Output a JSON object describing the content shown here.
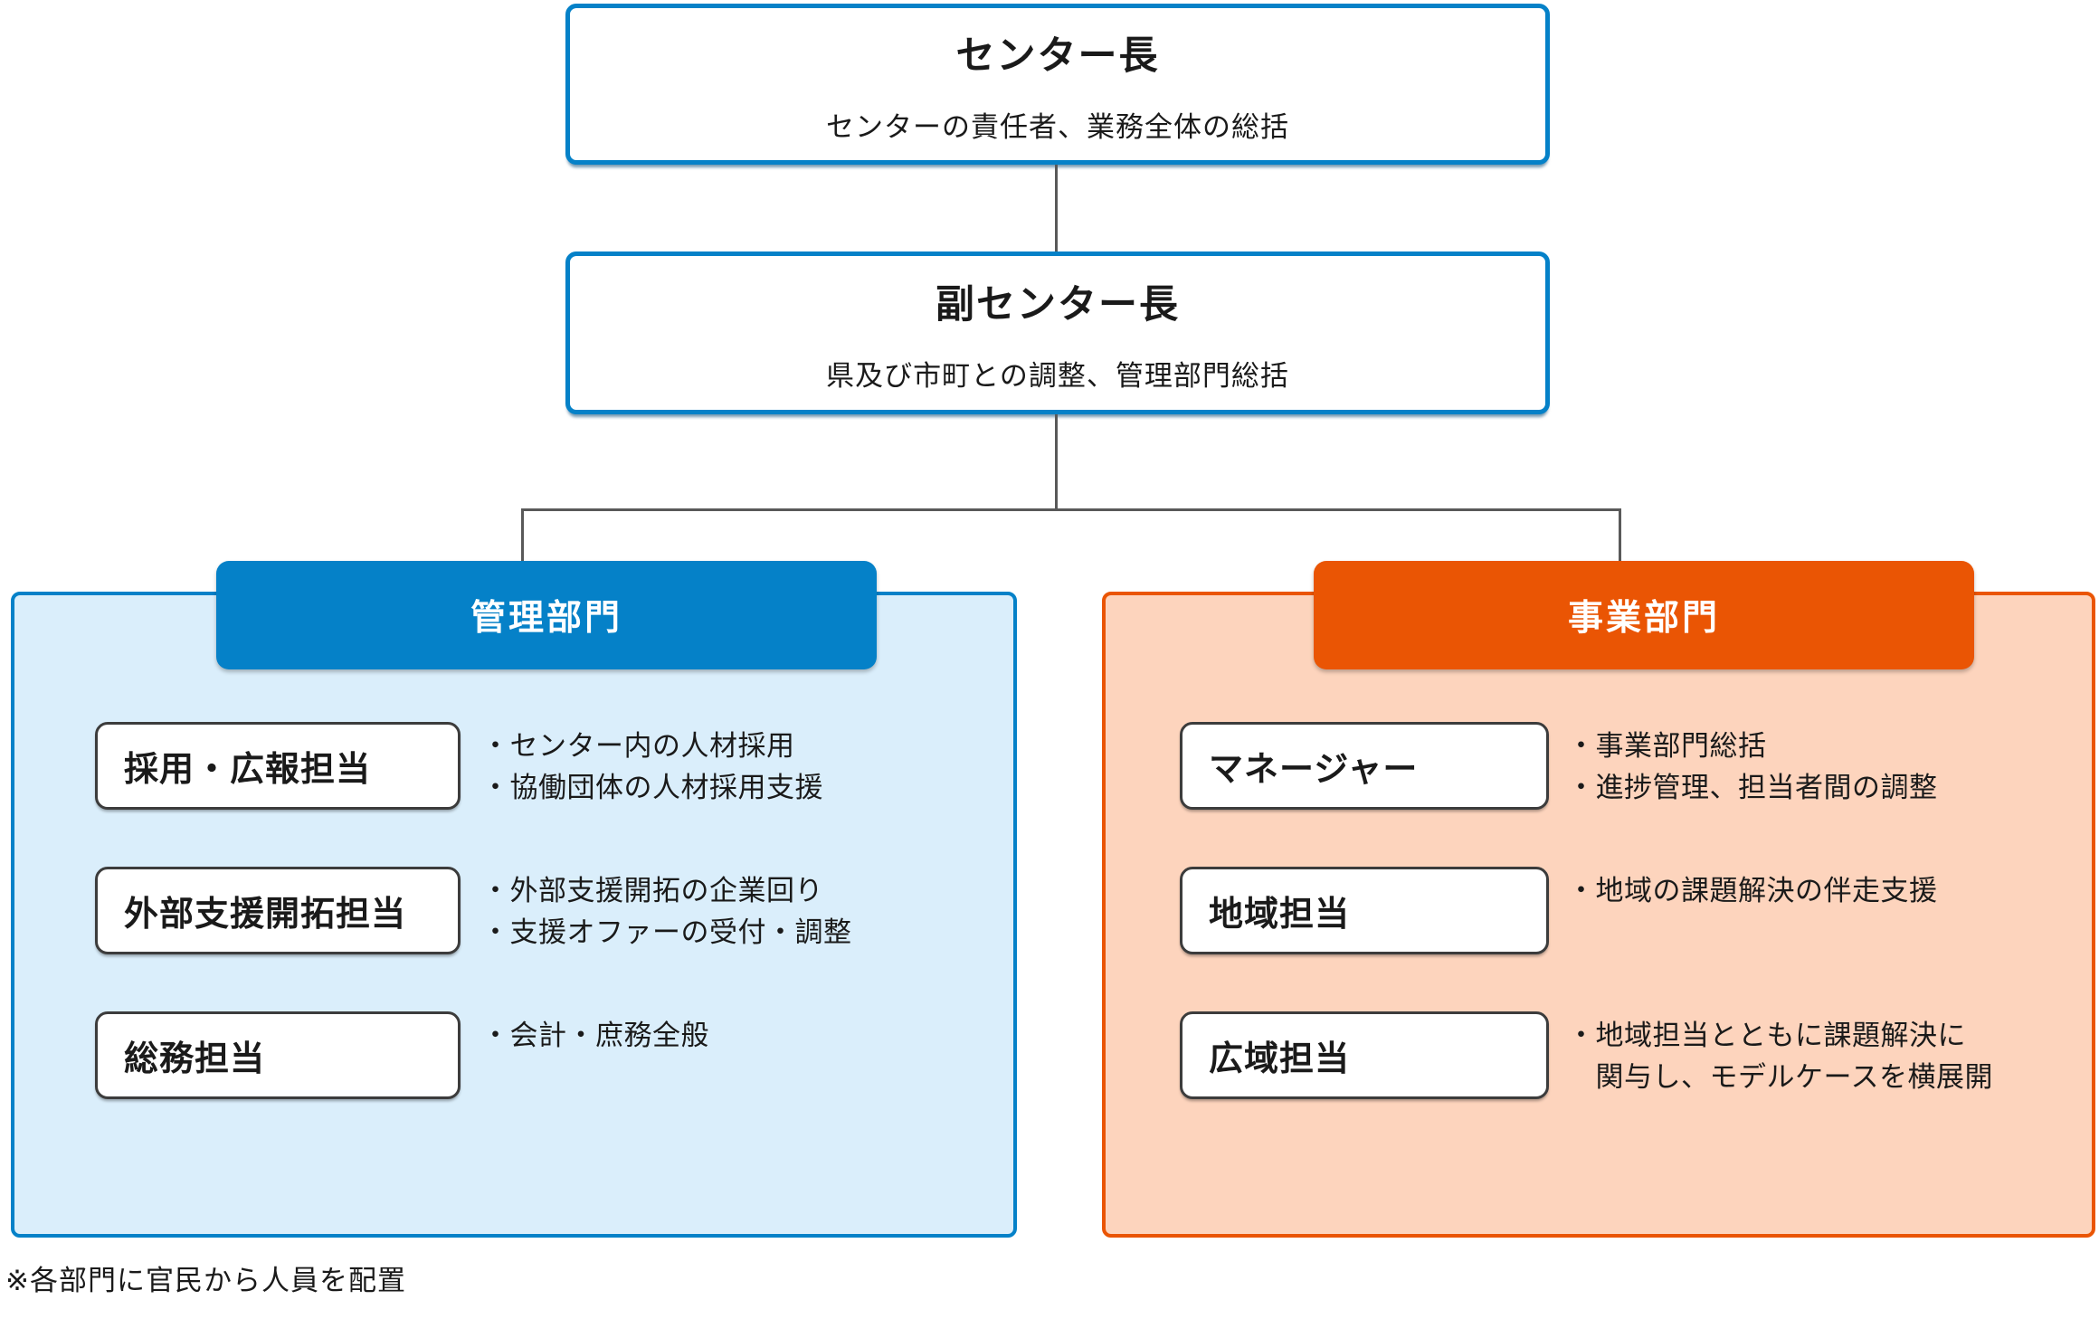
{
  "bullet_char": "・",
  "colors": {
    "blue": "#0581c8",
    "blue_light": "#daeefb",
    "orange": "#ea5504",
    "orange_light": "#fdd4bd",
    "connector_gray": "#595959"
  },
  "top_boxes": [
    {
      "title": "センター長",
      "subtitle": "センターの責任者、業務全体の総括"
    },
    {
      "title": "副センター長",
      "subtitle": "県及び市町との調整、管理部門総括"
    }
  ],
  "management": {
    "header": "管理部門",
    "items": [
      {
        "label": "採用・広報担当",
        "bullets": [
          "センター内の人材採用",
          "協働団体の人材採用支援"
        ]
      },
      {
        "label": "外部支援開拓担当",
        "bullets": [
          "外部支援開拓の企業回り",
          "支援オファーの受付・調整"
        ]
      },
      {
        "label": "総務担当",
        "bullets": [
          "会計・庶務全般"
        ]
      }
    ]
  },
  "business": {
    "header": "事業部門",
    "items": [
      {
        "label": "マネージャー",
        "bullets": [
          "事業部門総括",
          "進捗管理、担当者間の調整"
        ]
      },
      {
        "label": "地域担当",
        "bullets": [
          "地域の課題解決の伴走支援"
        ]
      },
      {
        "label": "広域担当",
        "bullets": [
          "地域担当とともに課題解決に\n関与し、モデルケースを横展開"
        ]
      }
    ]
  },
  "footnote": "※各部門に官民から人員を配置"
}
